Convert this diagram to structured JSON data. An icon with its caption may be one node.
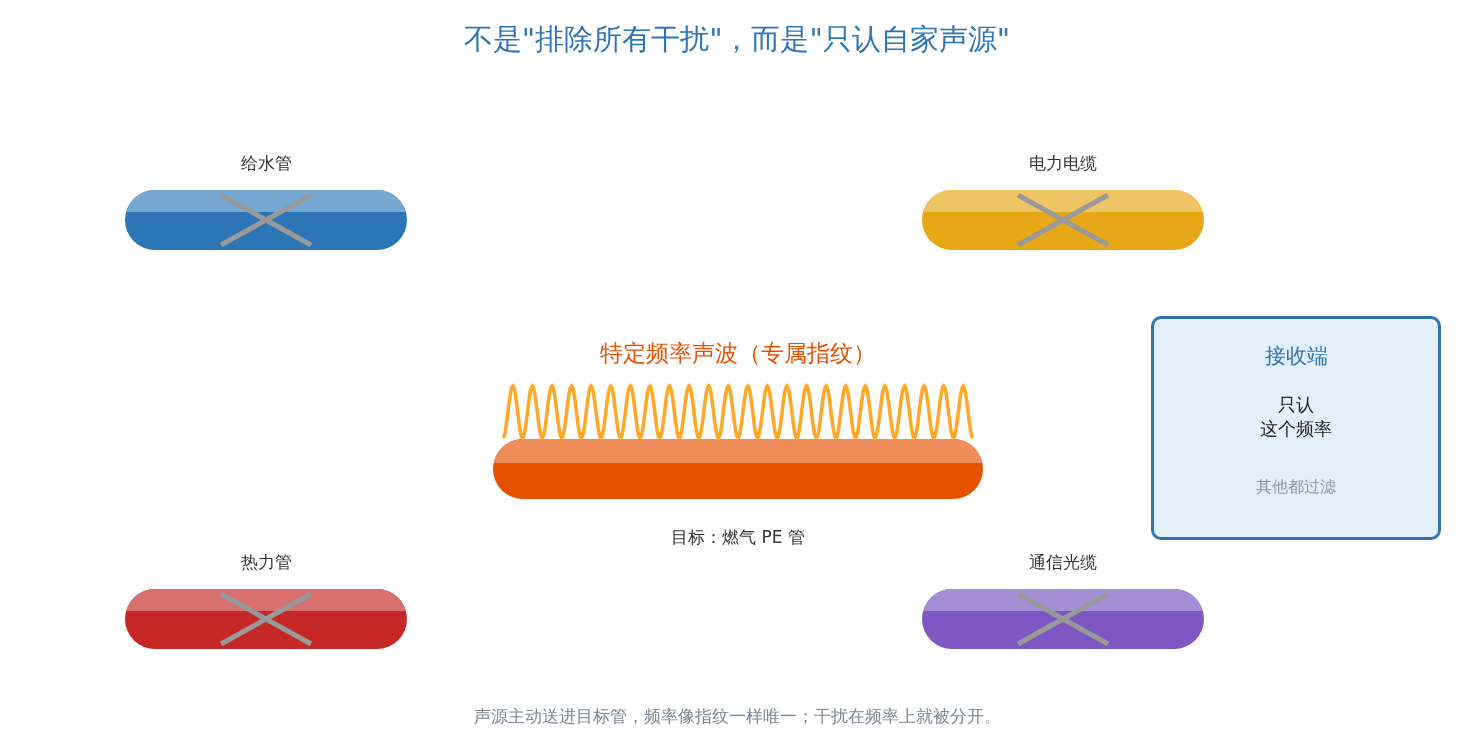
{
  "diagram": {
    "title": "不是\"排除所有干扰\"，而是\"只认自家声源\"",
    "nodes": [
      {
        "text": [
          "给水管"
        ]
      },
      {
        "text": [
          "电力电缆"
        ]
      },
      {
        "text": [
          "特定频率声波（专属指纹）"
        ],
        "beside": [
          "目标：燃气 PE 管"
        ]
      },
      {
        "text": [
          "接收端",
          "只认",
          "这个频率",
          "其他都过滤"
        ]
      },
      {
        "text": [
          "热力管"
        ]
      },
      {
        "text": [
          "通信光缆"
        ]
      }
    ],
    "caption": "声源主动送进目标管，频率像指纹一样唯一；干扰在频率上就被分开。"
  }
}
